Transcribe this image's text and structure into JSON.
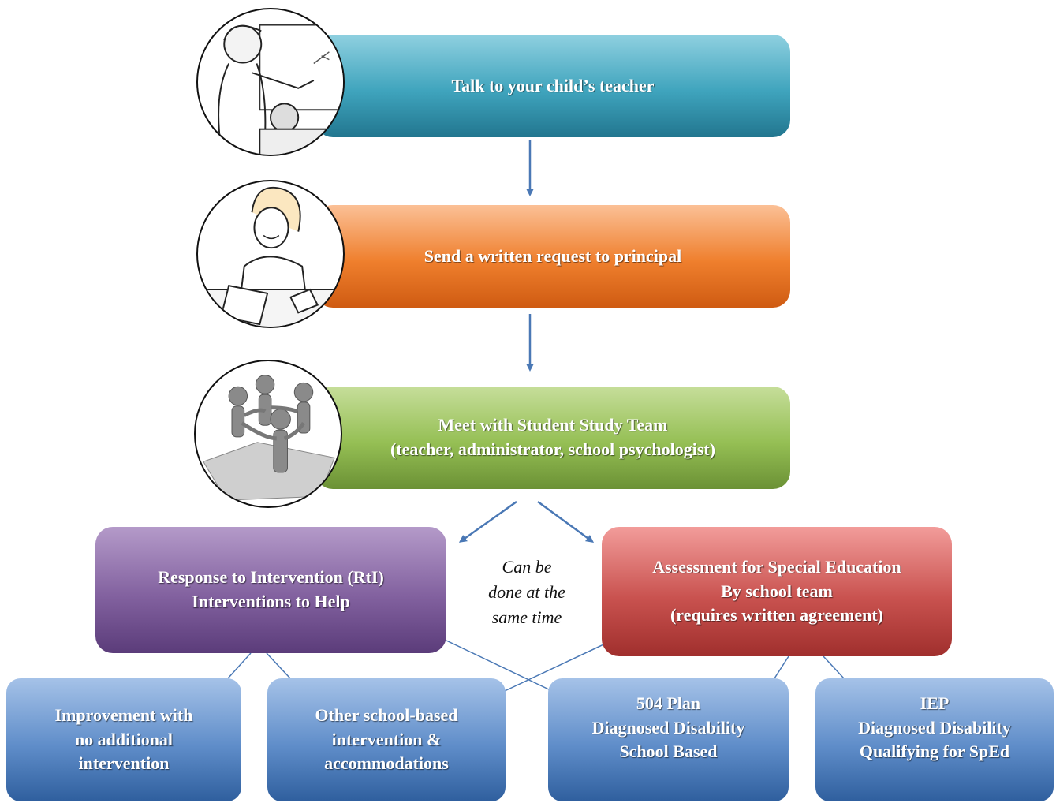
{
  "steps": {
    "talk": "Talk to your child’s teacher",
    "request": "Send a written request to principal",
    "meet": [
      "Meet with Student Study Team",
      "(teacher, administrator, school psychologist)"
    ]
  },
  "branches": {
    "rti": [
      "Response to Intervention (RtI)",
      "Interventions to Help"
    ],
    "assessment": [
      "Assessment for Special Education",
      "By school team",
      "(requires written agreement)"
    ],
    "note": [
      "Can be",
      "done at the",
      "same time"
    ]
  },
  "outcomes": {
    "improvement": [
      "Improvement with",
      "no additional",
      "intervention"
    ],
    "other": [
      "Other school-based",
      "intervention &",
      "accommodations"
    ],
    "plan504": [
      "504 Plan",
      "Diagnosed Disability",
      "School Based"
    ],
    "iep": [
      "IEP",
      "Diagnosed Disability",
      "Qualifying for SpEd"
    ]
  },
  "colors": {
    "teal": "#3fa4bd",
    "orange": "#ef7f2d",
    "green": "#95bf54",
    "purple": "#82619f",
    "red": "#c9524f",
    "blue": "#5f8dc9",
    "connector": "#4a78b5"
  },
  "icons": [
    "teacher-pointing-icon",
    "person-writing-icon",
    "team-circle-icon"
  ]
}
